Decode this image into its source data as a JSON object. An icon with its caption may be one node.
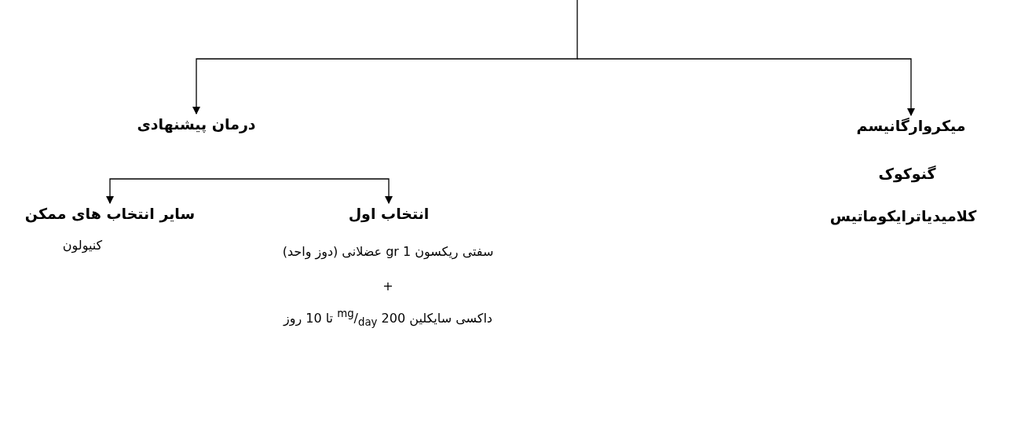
{
  "diagram": {
    "nodes": [
      {
        "text": [
          "درمان پیشنهادی"
        ]
      },
      {
        "text": [
          "میکروارگانیسم"
        ]
      },
      {
        "text": [
          "انتخاب اول"
        ]
      },
      {
        "text": [
          "سایر انتخاب های ممکن"
        ]
      }
    ],
    "edges": [
      {
        "from": null,
        "to": 0,
        "arrow": "to"
      },
      {
        "from": null,
        "to": 1,
        "arrow": "to"
      },
      {
        "from": null,
        "to": 2,
        "arrow": "to"
      },
      {
        "from": null,
        "to": 3,
        "arrow": "to"
      }
    ],
    "labels": [
      "گنوکوک",
      "کلامیدیاترایکوماتیس",
      "سفتی ریکسون gr 1 عضلانی (دوز واحد)",
      "+",
      "داکسی سایکلین $^{mg}$/$_{day}$ 200 تا 10 روز",
      "کنیولون"
    ]
  }
}
